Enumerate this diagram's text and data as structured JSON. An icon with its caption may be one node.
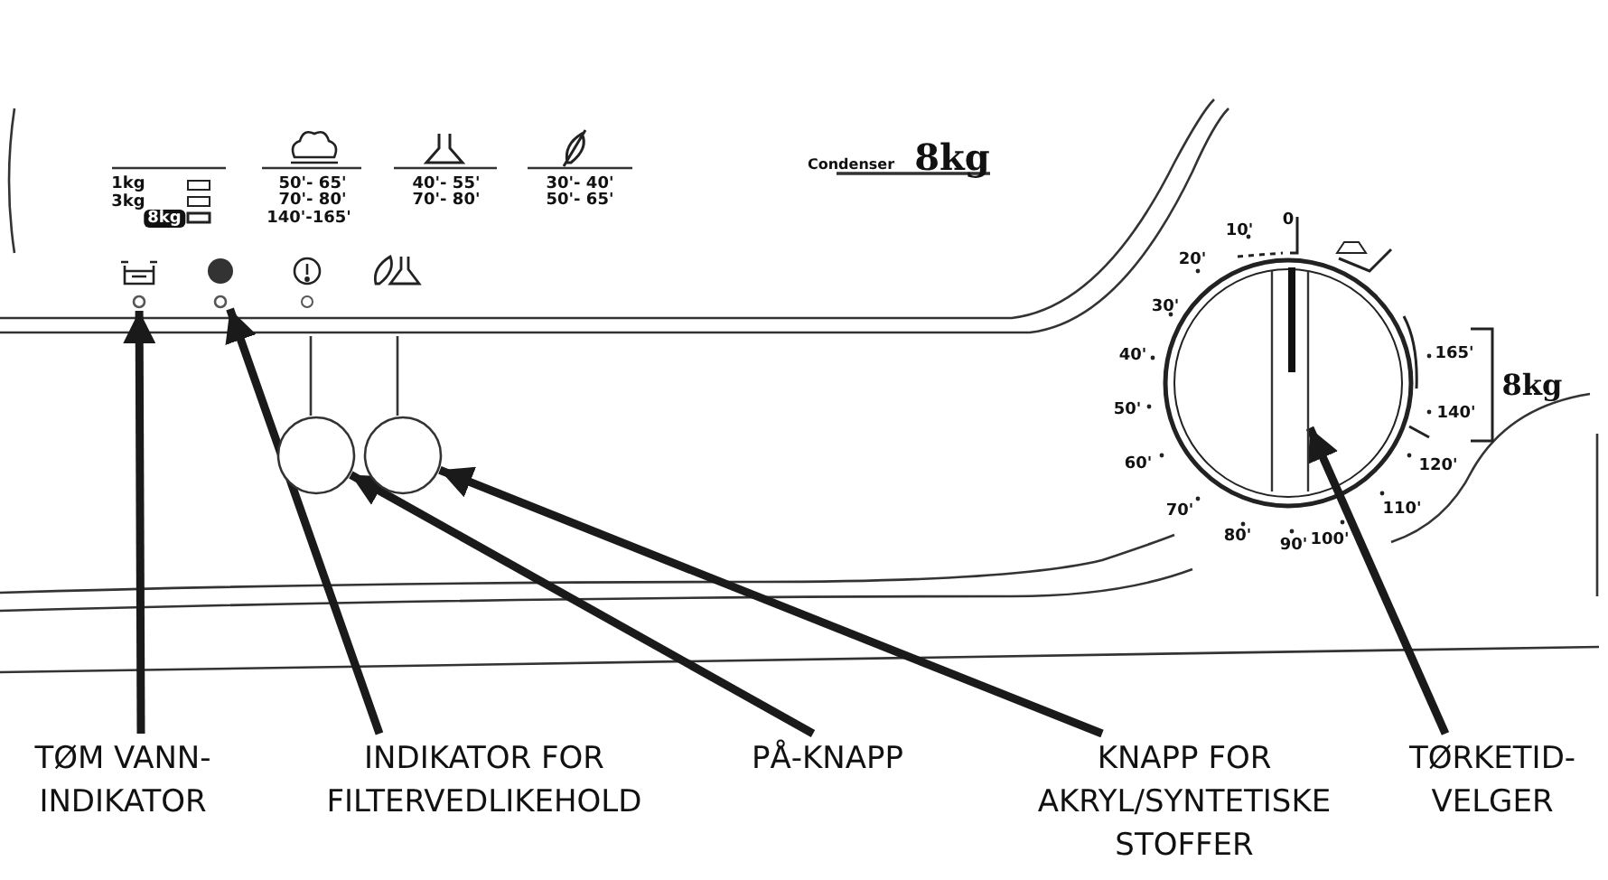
{
  "diagram": {
    "nodes": [
      {
        "text": [],
        "shape": "picture"
      },
      {
        "text": [],
        "shape": "circle"
      },
      {
        "text": [],
        "shape": "circle"
      },
      {
        "text": [],
        "shape": "circle"
      },
      {
        "text": [],
        "shape": "bar"
      },
      {
        "text": [
          "TØM VANN- INDIKATOR"
        ]
      },
      {
        "text": [
          "INDIKATOR FOR FILTERVEDLIKEHOLD"
        ]
      },
      {
        "text": [
          "PÅ-KNAPP"
        ]
      },
      {
        "text": [
          "KNAPP FOR AKRYL/SYNTETISKE STOFFER"
        ]
      },
      {
        "text": [
          "TØRKETID- VELGER"
        ]
      }
    ],
    "edges": [
      {
        "from": 5,
        "to": 0,
        "arrow": "to"
      },
      {
        "from": 6,
        "to": 1,
        "arrow": "to"
      },
      {
        "from": 7,
        "to": 2,
        "arrow": "to"
      },
      {
        "from": 8,
        "to": 3,
        "arrow": "to"
      },
      {
        "from": 9,
        "to": 4,
        "arrow": "to"
      }
    ],
    "labels": [
      "1kg",
      "3kg",
      "8kg",
      "50'- 65'",
      "70'- 80'",
      "140'-165'",
      "40'- 55'",
      "70'- 80'",
      "30'- 40'",
      "50'- 65'",
      "Condenser",
      "8kg",
      "0",
      "10'",
      "20'",
      "30'",
      "40'",
      "50'",
      "60'",
      "70'",
      "80'",
      "90'",
      "100'",
      "110'",
      "120'",
      "140'",
      "165'",
      "8kg"
    ]
  }
}
